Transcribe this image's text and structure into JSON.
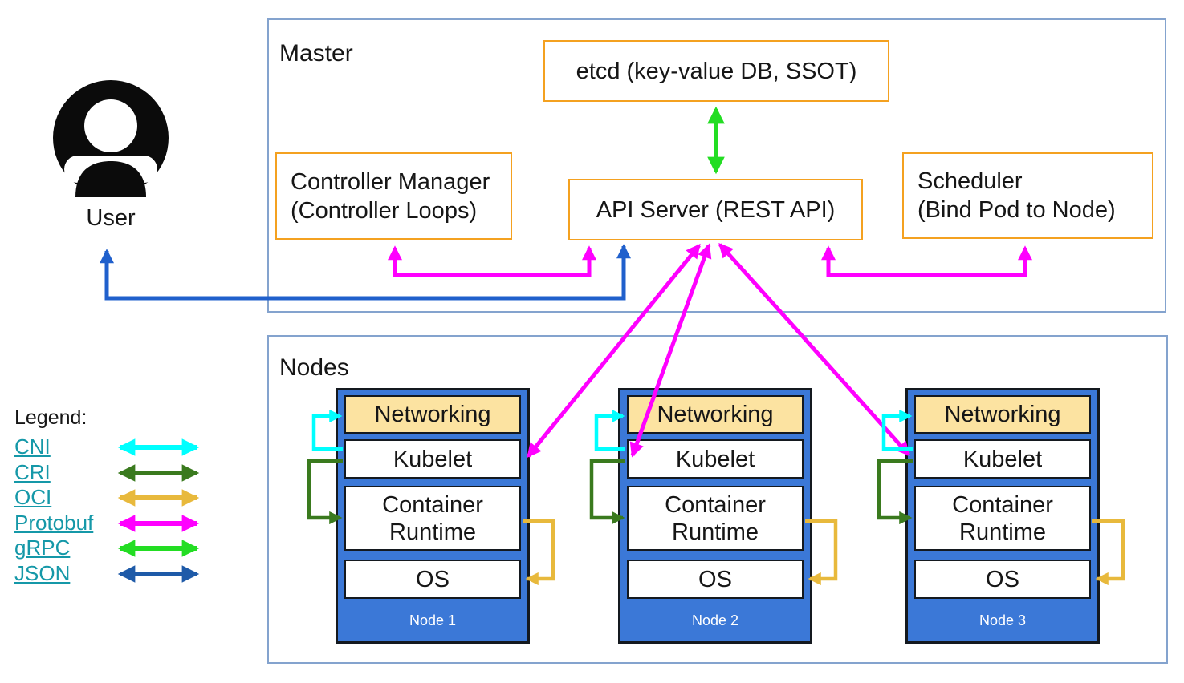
{
  "user": {
    "label": "User"
  },
  "master": {
    "title": "Master",
    "etcd_label": "etcd (key-value DB, SSOT)",
    "controller_manager_line1": "Controller Manager",
    "controller_manager_line2": "(Controller Loops)",
    "api_server_label": "API Server (REST API)",
    "scheduler_line1": "Scheduler",
    "scheduler_line2": "(Bind Pod to Node)"
  },
  "nodes_section": {
    "title": "Nodes",
    "nodes": [
      {
        "name": "Node 1",
        "layers": [
          "Networking",
          "Kubelet",
          "Container Runtime",
          "OS"
        ]
      },
      {
        "name": "Node 2",
        "layers": [
          "Networking",
          "Kubelet",
          "Container Runtime",
          "OS"
        ]
      },
      {
        "name": "Node 3",
        "layers": [
          "Networking",
          "Kubelet",
          "Container Runtime",
          "OS"
        ]
      }
    ]
  },
  "legend": {
    "title": "Legend:",
    "items": [
      {
        "label": "CNI",
        "color": "#00FFFF"
      },
      {
        "label": "CRI",
        "color": "#3A7A1E"
      },
      {
        "label": "OCI",
        "color": "#E8B93C"
      },
      {
        "label": "Protobuf",
        "color": "#FF00FF"
      },
      {
        "label": "gRPC",
        "color": "#23DD23"
      },
      {
        "label": "JSON",
        "color": "#1E5AA8"
      }
    ]
  },
  "colors": {
    "protobuf_magenta": "#FF00FF",
    "cni_cyan": "#00FFFF",
    "cri_green": "#3A7A1E",
    "oci_gold": "#E8B93C",
    "grpc_green": "#23DD23",
    "json_navy": "#1E5AA8",
    "user_arrow_blue": "#2060CC",
    "node_blue": "#3B78D7",
    "networking_fill": "#FCE3A1",
    "box_border_orange": "#F4A120",
    "frame_border_blue": "#84A3CE",
    "legend_link_teal": "#1598A8"
  }
}
